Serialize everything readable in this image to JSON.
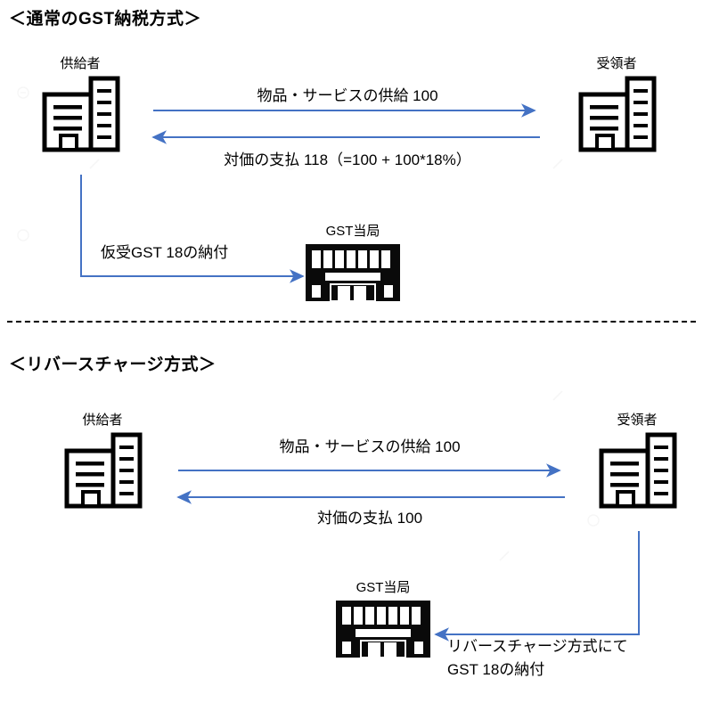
{
  "page": {
    "background": "#ffffff",
    "arrow_color": "#4472C4",
    "icon_color": "#000000",
    "divider_color": "#000000"
  },
  "sections": [
    {
      "id": "normal",
      "title": "＜通常のGST納税方式＞",
      "entities": [
        {
          "id": "supplier",
          "label": "供給者",
          "icon": "office-building-icon"
        },
        {
          "id": "recipient",
          "label": "受領者",
          "icon": "office-building-icon"
        },
        {
          "id": "authority",
          "label": "GST当局",
          "icon": "government-building-icon"
        }
      ],
      "flows": [
        {
          "id": "supply",
          "label": "物品・サービスの供給 100",
          "direction": "supplier-to-recipient"
        },
        {
          "id": "payment",
          "label": "対価の支払 118（=100 + 100*18%）",
          "direction": "recipient-to-supplier"
        },
        {
          "id": "remittance",
          "label": "仮受GST 18の納付",
          "direction": "supplier-to-authority"
        }
      ]
    },
    {
      "id": "reverse",
      "title": "＜リバースチャージ方式＞",
      "entities": [
        {
          "id": "supplier",
          "label": "供給者",
          "icon": "office-building-icon"
        },
        {
          "id": "recipient",
          "label": "受領者",
          "icon": "office-building-icon"
        },
        {
          "id": "authority",
          "label": "GST当局",
          "icon": "government-building-icon"
        }
      ],
      "flows": [
        {
          "id": "supply",
          "label": "物品・サービスの供給 100",
          "direction": "supplier-to-recipient"
        },
        {
          "id": "payment",
          "label": "対価の支払 100",
          "direction": "recipient-to-supplier"
        },
        {
          "id": "remittance_line1",
          "label": "リバースチャージ方式にて",
          "direction": "recipient-to-authority"
        },
        {
          "id": "remittance_line2",
          "label": "GST 18の納付",
          "direction": "recipient-to-authority"
        }
      ]
    }
  ]
}
